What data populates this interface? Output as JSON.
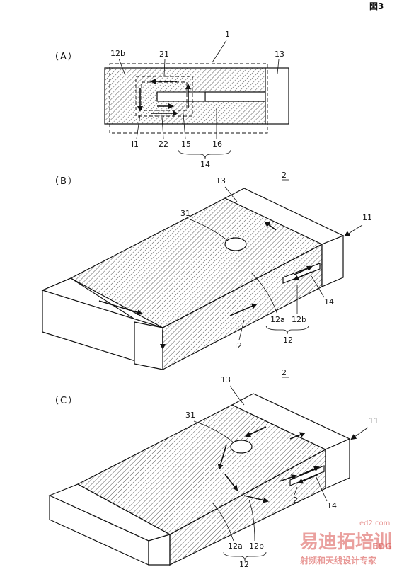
{
  "figure_number": "図3",
  "panels": {
    "A": {
      "label": "（A）",
      "ref_1": "1",
      "ref_12b": "12b",
      "ref_21": "21",
      "ref_13": "13",
      "ref_i1": "i1",
      "ref_22": "22",
      "ref_15": "15",
      "ref_16": "16",
      "ref_14": "14"
    },
    "B": {
      "label": "（B）",
      "ref_2": "2",
      "ref_13": "13",
      "ref_31": "31",
      "ref_11": "11",
      "ref_14": "14",
      "ref_12a": "12a",
      "ref_12b": "12b",
      "ref_12": "12",
      "ref_i2": "i2"
    },
    "C": {
      "label": "（C）",
      "ref_2": "2",
      "ref_13": "13",
      "ref_31": "31",
      "ref_11": "11",
      "ref_14": "14",
      "ref_12a": "12a",
      "ref_12b": "12b",
      "ref_12": "12",
      "ref_i2": "i2"
    }
  },
  "watermark": {
    "title": "易迪拓培训",
    "subtitle": "射频和天线设计专家",
    "site": "ed2.com",
    "mark": "EDG"
  }
}
